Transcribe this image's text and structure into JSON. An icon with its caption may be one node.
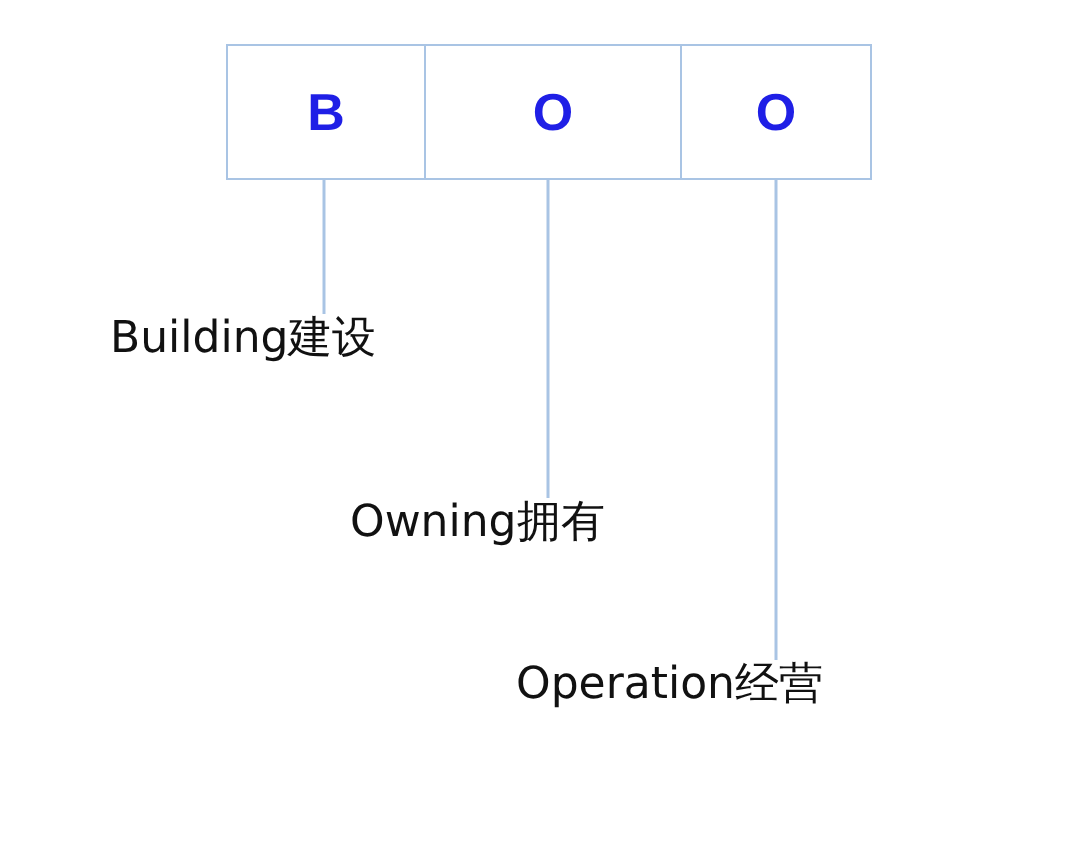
{
  "diagram": {
    "nodes": [
      {
        "text": [
          "B"
        ]
      },
      {
        "text": [
          "O"
        ]
      },
      {
        "text": [
          "O"
        ]
      },
      {
        "text": [
          "Building建设"
        ]
      },
      {
        "text": [
          "Owning拥有"
        ]
      },
      {
        "text": [
          "Operation经营"
        ]
      }
    ],
    "edges": [
      {
        "from": 3,
        "to": 0,
        "arrow": "none"
      },
      {
        "from": 4,
        "to": 1,
        "arrow": "none"
      },
      {
        "from": 5,
        "to": 2,
        "arrow": "none"
      }
    ]
  }
}
